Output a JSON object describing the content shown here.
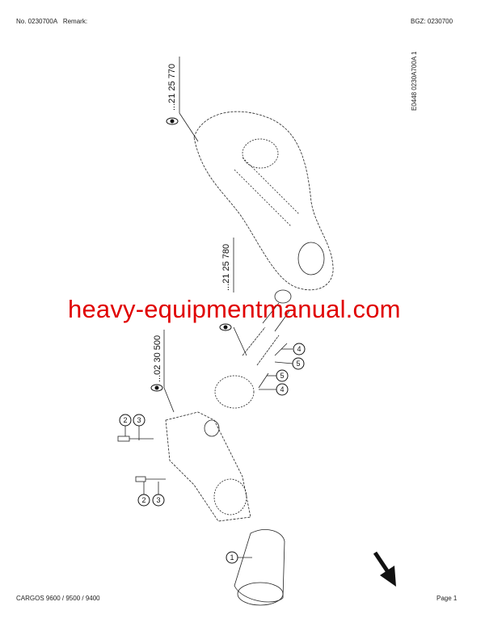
{
  "header": {
    "number": "No. 0230700A",
    "remark": "Remark:",
    "bgz": "BGZ: 0230700"
  },
  "drawing_code": "E0448 0230A700A 1",
  "assembly_refs": [
    {
      "label": "...21 25 770",
      "icon": "eye-icon"
    },
    {
      "label": "...21 25 780",
      "icon": "eye-icon"
    },
    {
      "label": "...02 30 500",
      "icon": "eye-icon"
    }
  ],
  "callouts": [
    "2",
    "3",
    "2",
    "3",
    "4",
    "5",
    "5",
    "4",
    "1"
  ],
  "watermark": "heavy-equipmentmanual.com",
  "footer": {
    "model": "CARGOS 9600 / 9500 / 9400",
    "page": "Page 1"
  },
  "colors": {
    "watermark": "#e00000",
    "line": "#222222"
  }
}
